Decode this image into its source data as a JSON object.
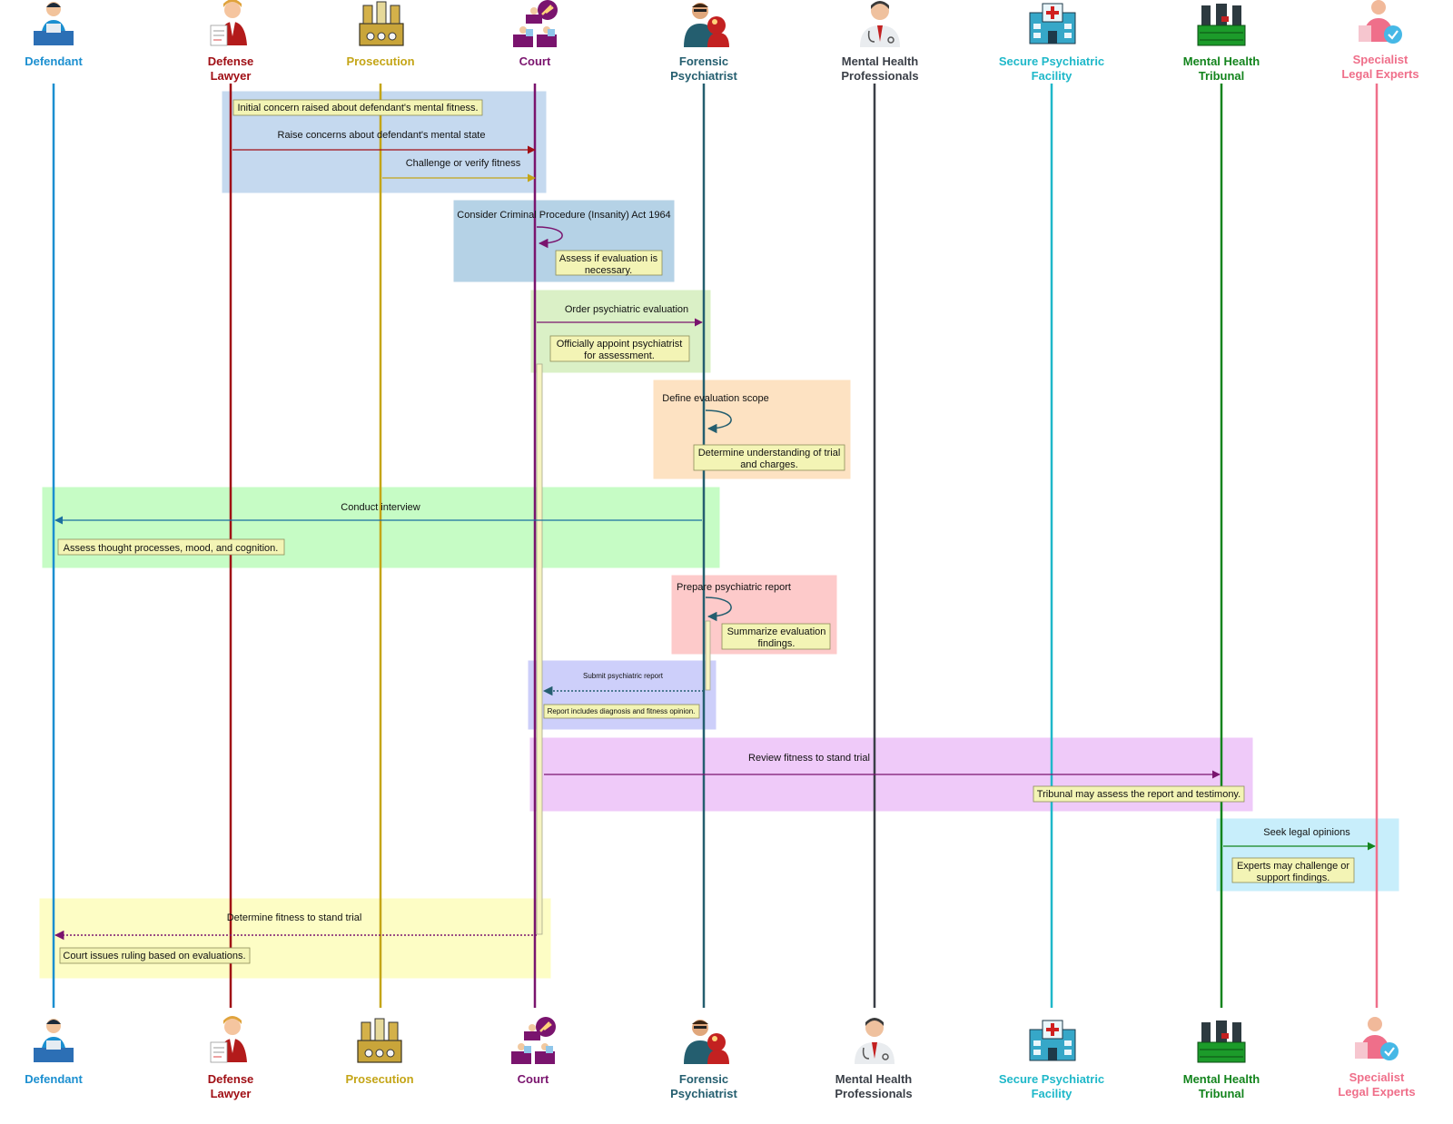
{
  "actors": [
    {
      "id": "defendant",
      "name": [
        "Defendant"
      ],
      "color": "#1b8fd0",
      "icon": "defendant-icon"
    },
    {
      "id": "lawyer",
      "name": [
        "Defense",
        "Lawyer"
      ],
      "color": "#a00f15",
      "icon": "lawyer-icon"
    },
    {
      "id": "prosecution",
      "name": [
        "Prosecution"
      ],
      "color": "#c4a517",
      "icon": "prosecution-icon"
    },
    {
      "id": "court",
      "name": [
        "Court"
      ],
      "color": "#7a146e",
      "icon": "court-icon"
    },
    {
      "id": "psychiatrist",
      "name": [
        "Forensic",
        "Psychiatrist"
      ],
      "color": "#245e6f",
      "icon": "psychiatrist-icon"
    },
    {
      "id": "mhp",
      "name": [
        "Mental Health",
        "Professionals"
      ],
      "color": "#3a3f47",
      "icon": "doctor-icon"
    },
    {
      "id": "facility",
      "name": [
        "Secure Psychiatric",
        "Facility"
      ],
      "color": "#1fb8c9",
      "icon": "hospital-icon"
    },
    {
      "id": "tribunal",
      "name": [
        "Mental Health",
        "Tribunal"
      ],
      "color": "#13841d",
      "icon": "tribunal-icon"
    },
    {
      "id": "experts",
      "name": [
        "Specialist",
        "Legal Experts"
      ],
      "color": "#ef6f8a",
      "icon": "experts-icon"
    }
  ],
  "groups": [
    {
      "color": "#c5d9ef"
    },
    {
      "color": "#b5d2e6"
    },
    {
      "color": "#daf0c6"
    },
    {
      "color": "#fde2c2"
    },
    {
      "color": "#c6fcc5"
    },
    {
      "color": "#fdcaca"
    },
    {
      "color": "#cdcffa"
    },
    {
      "color": "#efcaf9"
    },
    {
      "color": "#c8eefb"
    },
    {
      "color": "#fdfdc5"
    }
  ],
  "messages": [
    {
      "id": "m1",
      "text": "Raise concerns about defendant's mental state",
      "from": "lawyer",
      "to": "court",
      "style": "solid"
    },
    {
      "id": "m2",
      "text": "Challenge or verify fitness",
      "from": "prosecution",
      "to": "court",
      "style": "solid"
    },
    {
      "id": "m3",
      "text": "Consider Criminal Procedure (Insanity) Act 1964",
      "from": "court",
      "to": "court",
      "style": "self"
    },
    {
      "id": "m4",
      "text": "Order psychiatric evaluation",
      "from": "court",
      "to": "psychiatrist",
      "style": "solid"
    },
    {
      "id": "m5",
      "text": "Define evaluation scope",
      "from": "psychiatrist",
      "to": "psychiatrist",
      "style": "self"
    },
    {
      "id": "m6",
      "text": "Conduct interview",
      "from": "psychiatrist",
      "to": "defendant",
      "style": "solid"
    },
    {
      "id": "m7",
      "text": "Prepare psychiatric report",
      "from": "psychiatrist",
      "to": "psychiatrist",
      "style": "self"
    },
    {
      "id": "m8",
      "text": "Submit psychiatric report",
      "from": "psychiatrist",
      "to": "court",
      "style": "dotted"
    },
    {
      "id": "m9",
      "text": "Review fitness to stand trial",
      "from": "court",
      "to": "tribunal",
      "style": "solid"
    },
    {
      "id": "m10",
      "text": "Seek legal opinions",
      "from": "tribunal",
      "to": "experts",
      "style": "solid"
    },
    {
      "id": "m11",
      "text": "Determine fitness to stand trial",
      "from": "court",
      "to": "defendant",
      "style": "dotted"
    }
  ],
  "notes": [
    {
      "id": "n1",
      "lines": [
        "Initial concern raised about defendant's mental fitness."
      ]
    },
    {
      "id": "n2",
      "lines": [
        "Assess if evaluation is",
        "necessary."
      ]
    },
    {
      "id": "n3",
      "lines": [
        "Officially appoint psychiatrist",
        "for assessment."
      ]
    },
    {
      "id": "n4",
      "lines": [
        "Determine understanding of trial",
        "and charges."
      ]
    },
    {
      "id": "n5",
      "lines": [
        "Assess thought processes, mood, and cognition."
      ]
    },
    {
      "id": "n6",
      "lines": [
        "Summarize evaluation",
        "findings."
      ]
    },
    {
      "id": "n7",
      "lines": [
        "Report includes diagnosis and fitness opinion."
      ]
    },
    {
      "id": "n8",
      "lines": [
        "Tribunal may assess the report and testimony."
      ]
    },
    {
      "id": "n9",
      "lines": [
        "Experts may challenge or",
        "support findings."
      ]
    },
    {
      "id": "n10",
      "lines": [
        "Court issues ruling based on evaluations."
      ]
    }
  ]
}
